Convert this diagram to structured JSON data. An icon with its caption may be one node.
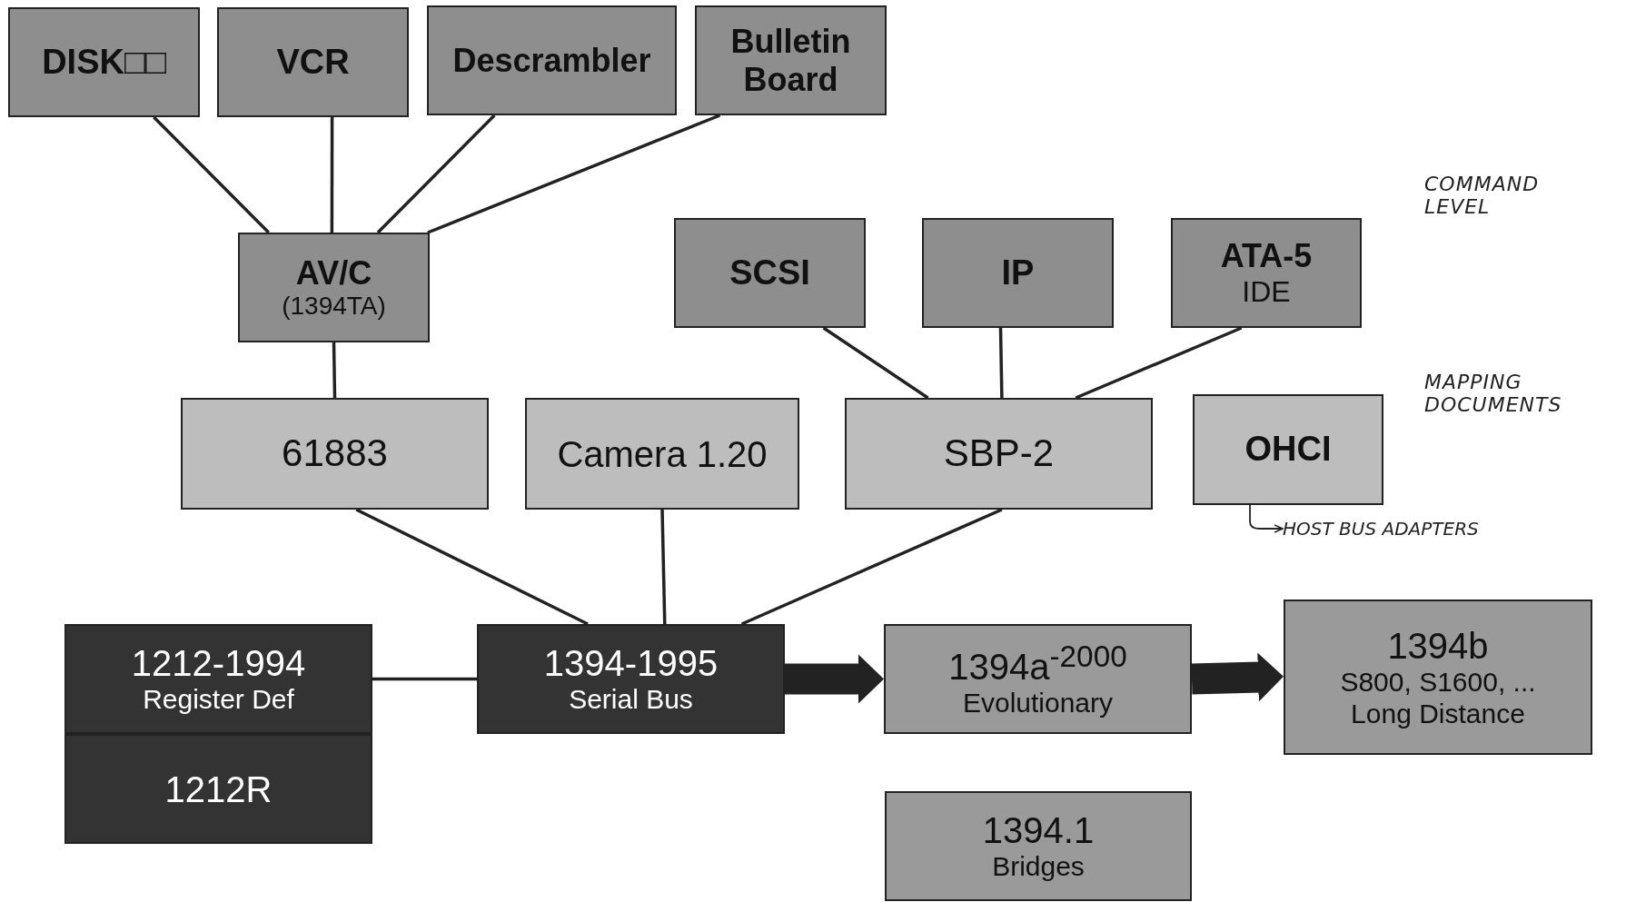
{
  "diagram": {
    "nodes": [
      {
        "text": [
          "DISK□□"
        ]
      },
      {
        "text": [
          "VCR"
        ]
      },
      {
        "text": [
          "Descrambler"
        ]
      },
      {
        "text": [
          "Bulletin Board"
        ]
      },
      {
        "text": [
          "AV/C",
          "(1394TA)"
        ]
      },
      {
        "text": [
          "SCSI"
        ]
      },
      {
        "text": [
          "IP"
        ]
      },
      {
        "text": [
          "ATA-5",
          "IDE"
        ]
      },
      {
        "text": [
          "61883"
        ]
      },
      {
        "text": [
          "Camera 1.20"
        ]
      },
      {
        "text": [
          "SBP-2"
        ]
      },
      {
        "text": [
          "OHCI"
        ]
      },
      {
        "text": [
          "1212-1994",
          "Register Def"
        ]
      },
      {
        "text": [
          "1212R"
        ]
      },
      {
        "text": [
          "1394-1995",
          "Serial Bus"
        ]
      },
      {
        "text": [
          "1394a$^{-2000}$",
          "Evolutionary"
        ]
      },
      {
        "text": [
          "1394b",
          "S800, S1600, ...",
          "Long Distance"
        ]
      },
      {
        "text": [
          "1394.1",
          "Bridges"
        ]
      },
      {
        "text": [
          "HOST BUS ADAPTERS"
        ]
      }
    ],
    "edges": [
      {
        "from": 0,
        "to": 4,
        "arrow": "none"
      },
      {
        "from": 1,
        "to": 4,
        "arrow": "none"
      },
      {
        "from": 2,
        "to": 4,
        "arrow": "none"
      },
      {
        "from": 3,
        "to": 4,
        "arrow": "none"
      },
      {
        "from": 4,
        "to": 8,
        "arrow": "none"
      },
      {
        "from": 5,
        "to": 10,
        "arrow": "none"
      },
      {
        "from": 6,
        "to": 10,
        "arrow": "none"
      },
      {
        "from": 7,
        "to": 10,
        "arrow": "none"
      },
      {
        "from": 8,
        "to": 14,
        "arrow": "none"
      },
      {
        "from": 9,
        "to": 14,
        "arrow": "none"
      },
      {
        "from": 10,
        "to": 14,
        "arrow": "none"
      },
      {
        "from": 12,
        "to": 14,
        "arrow": "none"
      },
      {
        "from": 14,
        "to": 15,
        "arrow": "to",
        "style": "thick"
      },
      {
        "from": 15,
        "to": 16,
        "arrow": "to",
        "style": "thick"
      },
      {
        "from": 11,
        "to": 18,
        "arrow": "to"
      }
    ],
    "labels": [
      "COMMAND LEVEL",
      "MAPPING DOCUMENTS"
    ]
  }
}
